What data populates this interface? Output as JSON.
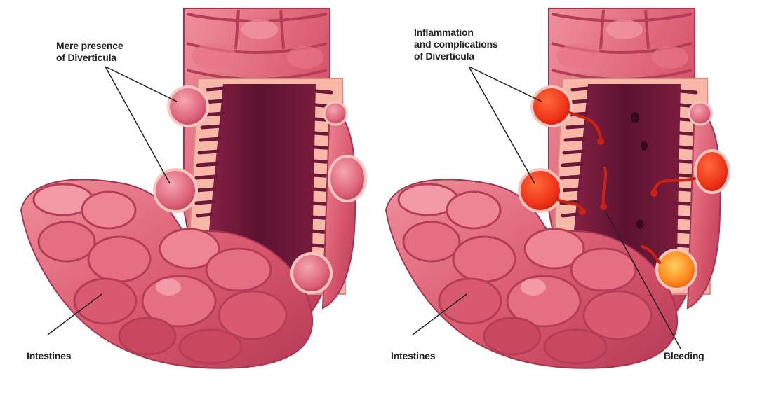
{
  "colors": {
    "tissue": "#d9596f",
    "tissue_light": "#f08f9b",
    "tissue_dark": "#b63a55",
    "mucosa": "#f7b8a8",
    "lumen": "#6b1839",
    "inflamed": "#ee3318",
    "inflamed_orange": "#ff8a1e",
    "blood": "#cc2211",
    "text": "#222222"
  },
  "left_panel": {
    "callout": "Mere presence\nof Diverticula",
    "intestines": "Intestines"
  },
  "right_panel": {
    "callout": "Inflammation\nand complications\nof Diverticula",
    "intestines": "Intestines",
    "bleeding": "Bleeding"
  }
}
